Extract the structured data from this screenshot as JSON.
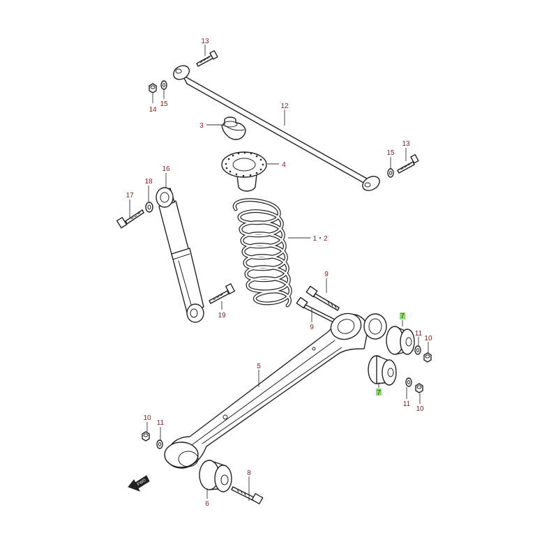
{
  "callouts": {
    "c13a": "13",
    "c14": "14",
    "c15a": "15",
    "c12": "12",
    "c3": "3",
    "c4": "4",
    "c15b": "15",
    "c13b": "13",
    "c16": "16",
    "c18": "18",
    "c17": "17",
    "c12s": "1・2",
    "c19": "19",
    "c9a": "9",
    "c9b": "9",
    "c7a": "7",
    "c7b": "7",
    "c11a": "11",
    "c10a": "10",
    "c11b": "11",
    "c10b": "10",
    "c5": "5",
    "c10c": "10",
    "c11c": "11",
    "c8": "8",
    "c6": "6"
  },
  "fwd_label": "FWD",
  "highlight_color": "#7be36a",
  "callout_color": "#8b1a1a"
}
